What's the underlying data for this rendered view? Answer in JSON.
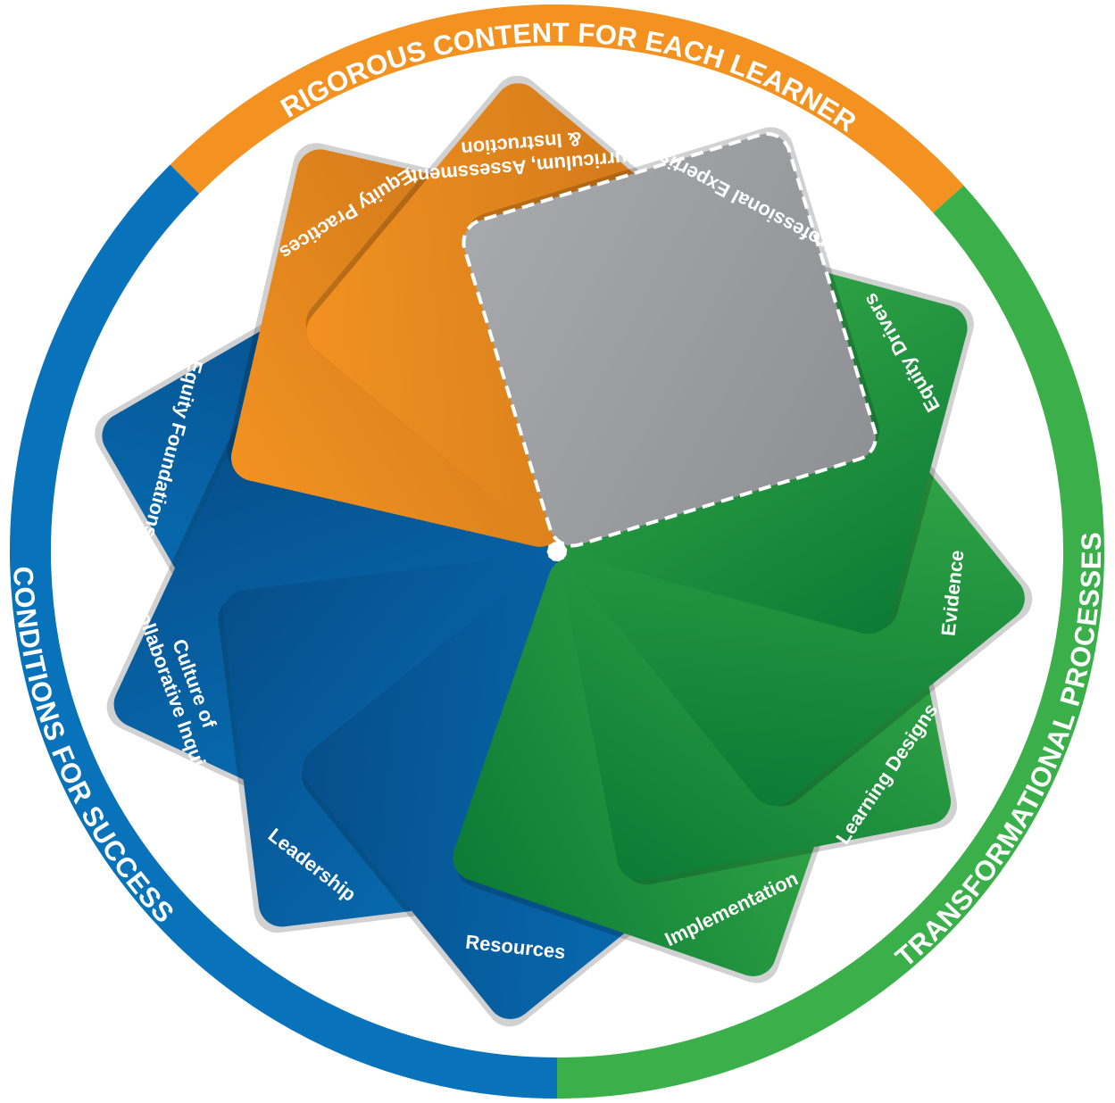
{
  "ring_segments": [
    {
      "id": "rigorous-content",
      "label": "RIGOROUS CONTENT FOR EACH LEARNER",
      "color": "#F39221"
    },
    {
      "id": "transformational-processes",
      "label": "TRANSFORMATIONAL PROCESSES",
      "color": "#3BB04A"
    },
    {
      "id": "conditions-for-success",
      "label": "CONDITIONS FOR SUCCESS",
      "color": "#0872BA"
    }
  ],
  "cards": [
    {
      "id": "equity-practices",
      "label": "Equity Practices",
      "group": "orange",
      "color": "#F39221",
      "shade": "#C77218"
    },
    {
      "id": "curriculum",
      "label": [
        "Curriculum, Assessment,",
        "& Instruction"
      ],
      "group": "orange",
      "color": "#F39221",
      "shade": "#C77218"
    },
    {
      "id": "professional-expertise",
      "label": "Professional Expertise",
      "group": "gray",
      "color": "#A7A9AC",
      "shade": "#8E9093",
      "dashed": true
    },
    {
      "id": "equity-drivers",
      "label": "Equity Drivers",
      "group": "green",
      "color": "#3BB04A",
      "shade": "#0B7A35"
    },
    {
      "id": "evidence",
      "label": "Evidence",
      "group": "green",
      "color": "#3BB04A",
      "shade": "#0B7A35"
    },
    {
      "id": "learning-designs",
      "label": "Learning Designs",
      "group": "green",
      "color": "#3BB04A",
      "shade": "#0B7A35"
    },
    {
      "id": "implementation",
      "label": "Implementation",
      "group": "green",
      "color": "#3BB04A",
      "shade": "#0B7A35"
    },
    {
      "id": "resources",
      "label": "Resources",
      "group": "blue",
      "color": "#0872BA",
      "shade": "#064E8A"
    },
    {
      "id": "leadership",
      "label": "Leadership",
      "group": "blue",
      "color": "#0872BA",
      "shade": "#064E8A"
    },
    {
      "id": "culture",
      "label": [
        "Culture of",
        "Collaborative Inquiry"
      ],
      "group": "blue",
      "color": "#0872BA",
      "shade": "#064E8A"
    },
    {
      "id": "equity-foundations",
      "label": "Equity Foundations",
      "group": "blue",
      "color": "#0872BA",
      "shade": "#064E8A"
    }
  ]
}
